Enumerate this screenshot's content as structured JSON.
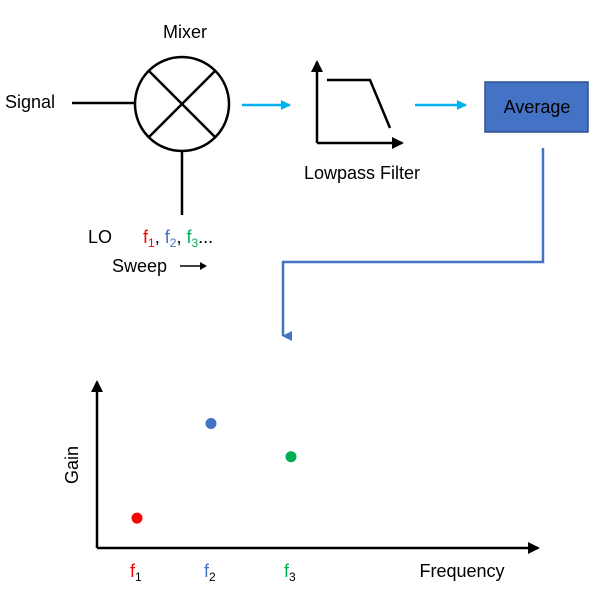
{
  "labels": {
    "mixer": "Mixer",
    "signal": "Signal",
    "lowpass_filter": "Lowpass Filter",
    "average": "Average",
    "lo": "LO",
    "sweep": "Sweep",
    "f_letter": "f",
    "ellipsis": "...",
    "comma": ","
  },
  "frequencies": [
    {
      "base": "f",
      "sub": "1",
      "color": "#ff0000"
    },
    {
      "base": "f",
      "sub": "2",
      "color": "#4472c4"
    },
    {
      "base": "f",
      "sub": "3",
      "color": "#00b050"
    }
  ],
  "colors": {
    "average_box": "#4472c4",
    "arrow": "#00b0f0",
    "connector": "#4472c4"
  },
  "chart_data": {
    "type": "scatter",
    "xlabel": "Frequency",
    "ylabel": "Gain",
    "categories": [
      "f1",
      "f2",
      "f3"
    ],
    "points": [
      {
        "x": "f1",
        "y": 0.18,
        "color": "#ff0000"
      },
      {
        "x": "f2",
        "y": 0.75,
        "color": "#4472c4"
      },
      {
        "x": "f3",
        "y": 0.55,
        "color": "#00b050"
      }
    ],
    "ylim": [
      0,
      1
    ],
    "grid": false
  }
}
